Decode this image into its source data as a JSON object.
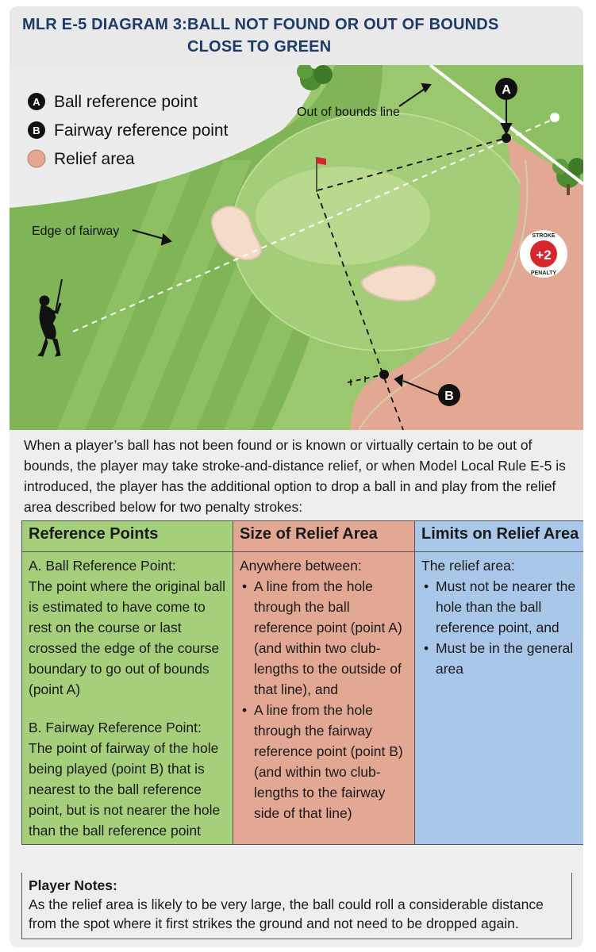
{
  "header": {
    "label": "MLR E-5 DIAGRAM 3:",
    "title_line1": "BALL NOT FOUND OR OUT OF BOUNDS",
    "title_line2": "CLOSE TO GREEN"
  },
  "legend": {
    "a_letter": "A",
    "a_label": "Ball reference point",
    "b_letter": "B",
    "b_label": "Fairway reference point",
    "relief_label": "Relief area"
  },
  "diagram": {
    "out_of_bounds_label": "Out of bounds line",
    "edge_of_fairway_label": "Edge of fairway",
    "marker_a": "A",
    "marker_b": "B",
    "penalty_top": "STROKE",
    "penalty_value": "+2",
    "penalty_bottom": "PENALTY"
  },
  "intro": "When a player’s ball has not been found or is known or virtually certain to be out of bounds, the player may take stroke-and-distance relief, or when Model Local Rule E-5 is introduced, the player has the additional option to drop a ball in and play from the relief area described below for two penalty strokes:",
  "table": {
    "headers": [
      "Reference Points",
      "Size of Relief Area",
      "Limits on Relief Area"
    ],
    "col1_a_title": "A. Ball Reference Point:",
    "col1_a_text": "The point where the original ball is estimated to have come to rest on the course or last crossed the edge of the course boundary to go out of bounds (point A)",
    "col1_b_title": "B. Fairway Reference Point:",
    "col1_b_text": "The point of fairway of the hole being played (point B) that is nearest to the ball reference point, but is not nearer the hole than the ball reference point",
    "col2_intro": "Anywhere between:",
    "col2_bullet1": "A line from the hole through the ball reference point (point A) (and within two club-lengths to the outside of that line), and",
    "col2_bullet2": "A line from the hole through the fairway reference point (point B) (and within two club-lengths to the fairway side of that line)",
    "col3_intro": "The relief area:",
    "col3_bullet1": "Must not be nearer the hole than the ball reference point, and",
    "col3_bullet2": "Must be in the general area"
  },
  "notes": {
    "title": "Player Notes:",
    "text": "As the relief area is likely to be very large, the ball could roll a considerable distance from the spot where it first strikes the ground and not need to be dropped again."
  },
  "colors": {
    "title_blue": "#1c3b6a",
    "rough_green": "#9bc76e",
    "fairway_green": "#7fb556",
    "green_light": "#b8d98e",
    "relief_pink": "#e3a893",
    "penalty_red": "#d7262e"
  }
}
